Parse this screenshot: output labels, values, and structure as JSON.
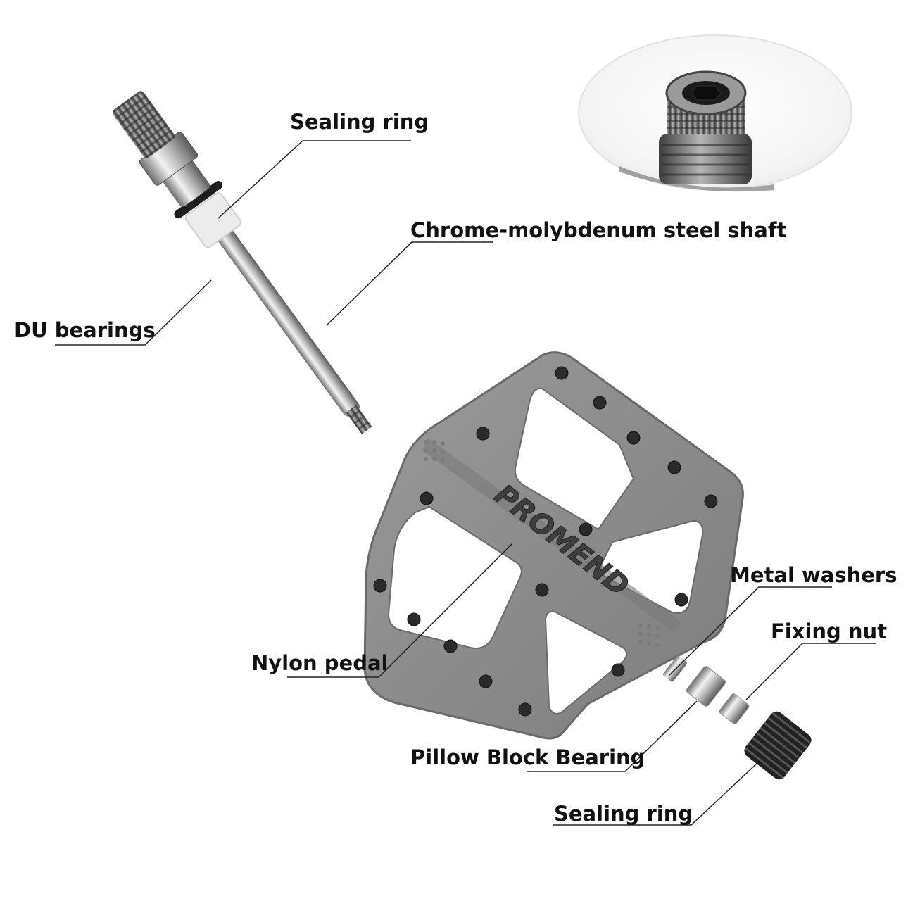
{
  "brand": "PROMEND",
  "colors": {
    "nylon_body": "#8f8f8f",
    "steel": "#c7c7c7",
    "pin": "#2a2a2a",
    "leader": "#222222",
    "background": "#ffffff"
  },
  "labels": {
    "sealing_ring_top": "Sealing ring",
    "chrome_shaft": "Chrome-molybdenum steel shaft",
    "du_bearings": "DU bearings",
    "nylon_pedal": "Nylon pedal",
    "metal_washers": "Metal washers",
    "fixing_nut": "Fixing nut",
    "pillow_block_bearing": "Pillow Block Bearing",
    "sealing_ring_bottom": "Sealing ring"
  },
  "inset": {
    "subject": "axle-thread-closeup"
  }
}
